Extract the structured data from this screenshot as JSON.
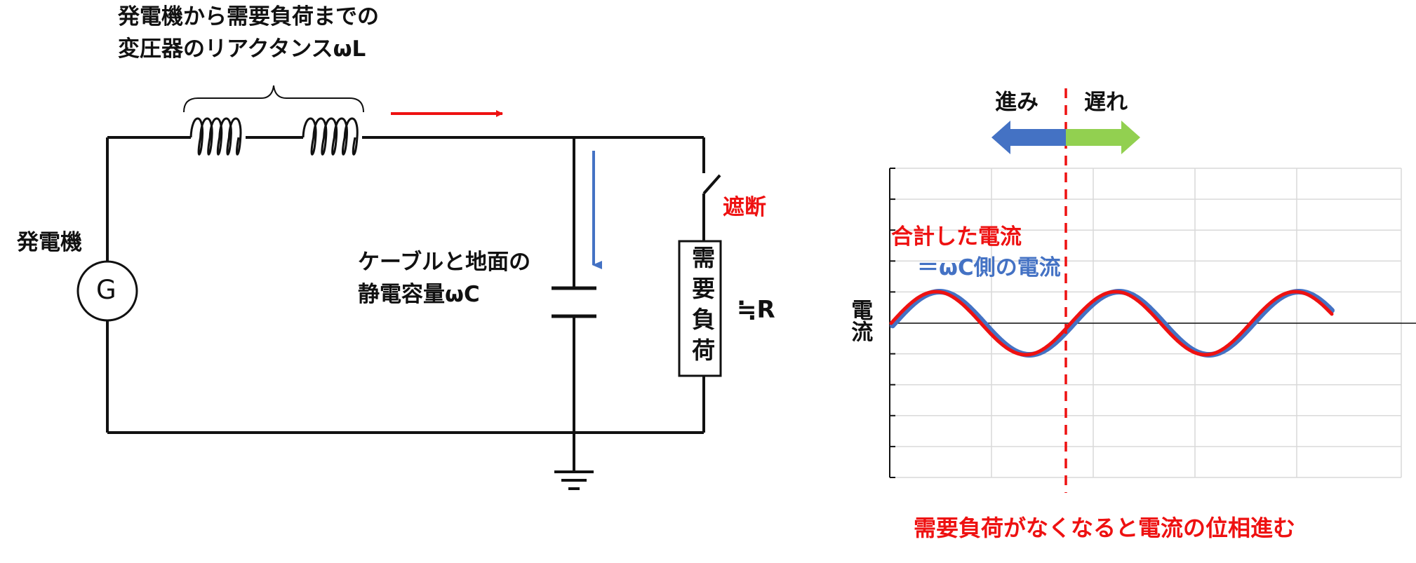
{
  "circuit": {
    "transformer_label_line1": "発電機から需要負荷までの",
    "transformer_label_line2": "変圧器のリアクタンスωL",
    "generator_label": "発電機",
    "generator_symbol": "G",
    "capacitance_label_line1": "ケーブルと地面の",
    "capacitance_label_line2": "静電容量ωC",
    "breaker_label": "遮断",
    "load_label": "需要負荷",
    "resistance_label": "≒R"
  },
  "chart": {
    "lead_label": "進み",
    "lag_label": "遅れ",
    "y_axis_label": "電流",
    "total_current_label": "合計した電流",
    "capacitive_current_label": "＝ωC側の電流",
    "caption": "需要負荷がなくなると電流の位相進む"
  },
  "colors": {
    "wire": "#111111",
    "red": "#ee1111",
    "blue": "#4472c4",
    "green": "#92d050",
    "grid": "#d9d9d9"
  },
  "chart_data": {
    "type": "line",
    "title": "",
    "xlabel": "",
    "ylabel": "電流",
    "grid": true,
    "series": [
      {
        "name": "合計した電流",
        "color": "#ee1111"
      },
      {
        "name": "＝ωC側の電流",
        "color": "#4472c4"
      }
    ],
    "cycles_shown": 2.5
  }
}
